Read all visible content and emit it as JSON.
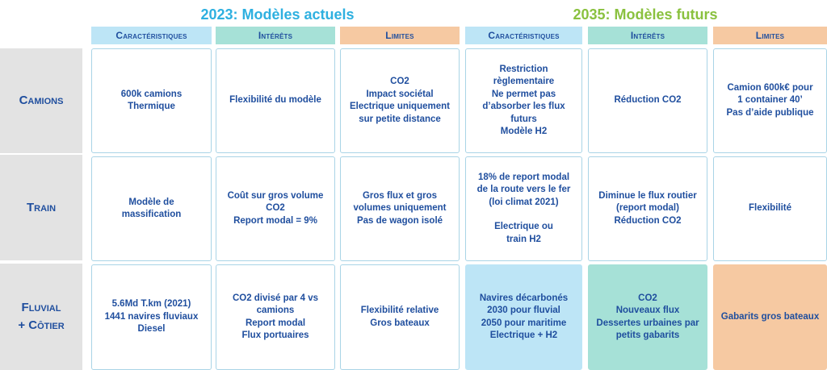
{
  "eras": {
    "current": "2023: Modèles actuels",
    "future": "2035: Modèles futurs"
  },
  "headers": [
    "Caractéristiques",
    "Intérêts",
    "Limites",
    "Caractéristiques",
    "Intérêts",
    "Limites"
  ],
  "rows": [
    {
      "label": [
        "Camions"
      ],
      "cells": [
        [
          "600k camions",
          "Thermique"
        ],
        [
          "Flexibilité du modèle"
        ],
        [
          "CO2",
          "Impact sociétal",
          "Electrique uniquement",
          "sur petite distance"
        ],
        [
          "Restriction",
          "règlementaire",
          "Ne permet pas",
          "d’absorber les flux",
          "futurs",
          "Modèle H2"
        ],
        [
          "Réduction CO2"
        ],
        [
          "Camion 600k€ pour",
          "1 container 40’",
          "Pas d’aide publique"
        ]
      ]
    },
    {
      "label": [
        "Train"
      ],
      "cells": [
        [
          "Modèle de",
          "massification"
        ],
        [
          "Coût sur gros volume",
          "CO2",
          "Report modal = 9%"
        ],
        [
          "Gros flux et gros",
          "volumes uniquement",
          "Pas de wagon isolé"
        ],
        [
          "18% de report modal",
          "de la route vers le fer",
          "(loi climat 2021)",
          "",
          "Electrique ou",
          "train H2"
        ],
        [
          "Diminue le flux routier",
          "(report modal)",
          "Réduction CO2"
        ],
        [
          "Flexibilité"
        ]
      ]
    },
    {
      "label": [
        "Fluvial",
        "+ Côtier"
      ],
      "cells": [
        [
          "5.6Md T.km (2021)",
          "1441 navires fluviaux",
          "Diesel"
        ],
        [
          "CO2 divisé par 4 vs",
          "camions",
          "Report modal",
          "Flux portuaires"
        ],
        [
          "Flexibilité relative",
          "Gros bateaux"
        ],
        [
          "Navires décarbonés",
          "2030 pour fluvial",
          "2050 pour maritime",
          "Electrique + H2"
        ],
        [
          "CO2",
          "Nouveaux flux",
          "Dessertes urbaines par",
          "petits gabarits"
        ],
        [
          "Gabarits gros bateaux"
        ]
      ]
    }
  ],
  "colors": {
    "blue": "#bde5f6",
    "teal": "#a6e1d7",
    "orange": "#f6c9a2",
    "text": "#1f4e9e",
    "title_2023": "#2eb0e0",
    "title_2035": "#8ac13f"
  }
}
